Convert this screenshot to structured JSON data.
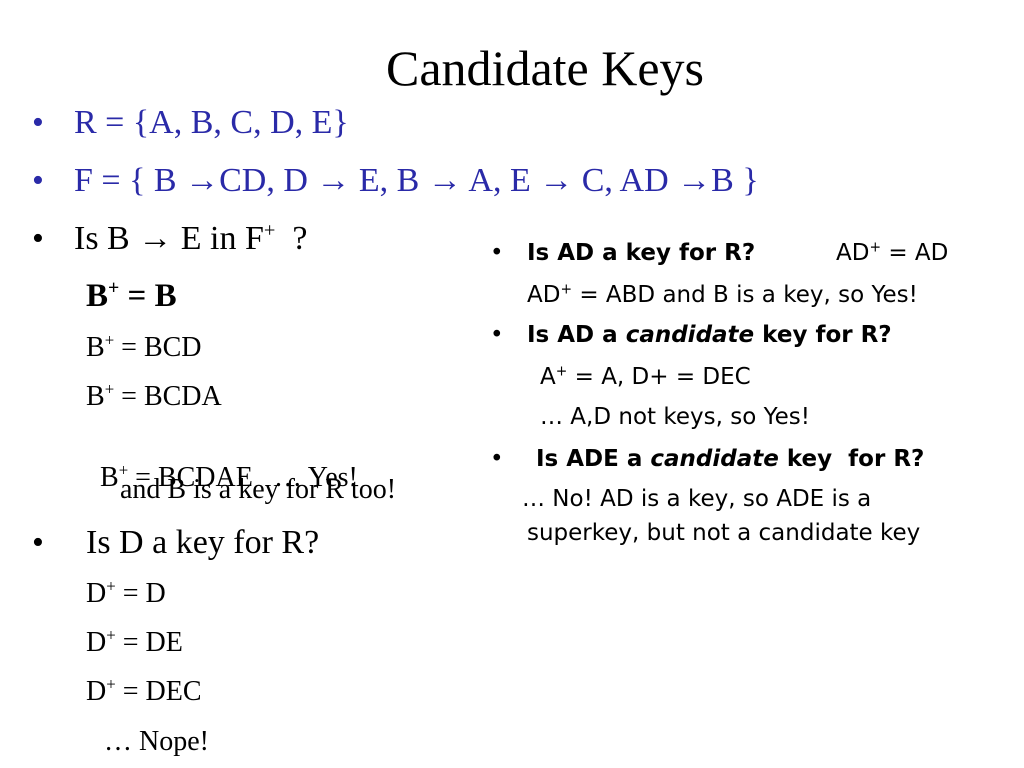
{
  "title": "Candidate Keys",
  "bullet": "•",
  "left": {
    "r_line": "R = {A, B, C, D, E}",
    "f_line": "F = { B →CD, D → E, B → A, E → C, AD →B }",
    "q1": {
      "pre": "Is B → E in F",
      "sup": "+",
      "post": "  ?"
    },
    "b_steps": [
      {
        "pre": "B",
        "sup": "+",
        "post": " = B"
      },
      {
        "pre": "B",
        "sup": "+",
        "post": " = BCD"
      },
      {
        "pre": "B",
        "sup": "+",
        "post": " = BCDA"
      },
      {
        "pre": "B",
        "sup": "+",
        "post": " = BCDAE   … Yes!"
      }
    ],
    "b_note": "and B is a key for R too!",
    "q2": "Is D a key for R?",
    "d_steps": [
      {
        "pre": "D",
        "sup": "+",
        "post": " = D"
      },
      {
        "pre": "D",
        "sup": "+",
        "post": " = DE"
      },
      {
        "pre": "D",
        "sup": "+",
        "post": " = DEC"
      }
    ],
    "nope": "… Nope!"
  },
  "right": {
    "q1": "Is AD a key for R?",
    "q1_ans": {
      "pre": "AD",
      "sup": "+",
      "post": " = AD"
    },
    "q1_line2": {
      "pre": "AD",
      "sup": "+",
      "post": " = ABD and B is a key, so Yes!"
    },
    "q2_pre": "Is AD a ",
    "q2_em": "candidate",
    "q2_post": " key for R?",
    "q2_line1": {
      "pre": "A",
      "sup": "+",
      "post": " = A, D+ = DEC"
    },
    "q2_line2": "… A,D not keys, so Yes!",
    "q3_pre": "Is ADE a ",
    "q3_em": "candidate",
    "q3_post": " key  for R?",
    "q3_line1": "… No! AD is a key, so ADE is a",
    "q3_line2": "superkey, but not a candidate key"
  }
}
